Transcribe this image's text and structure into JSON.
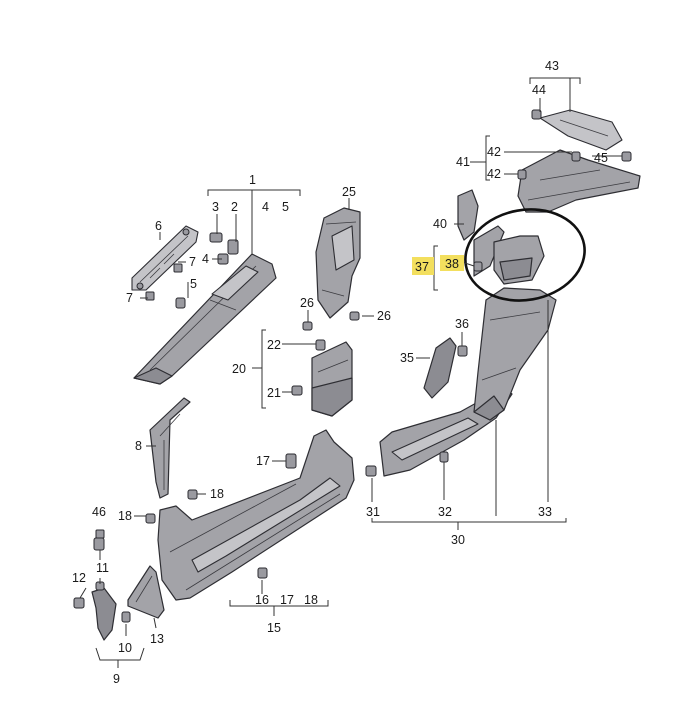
{
  "callouts": {
    "c1": "1",
    "c2": "2",
    "c3": "3",
    "c4": "4",
    "c4b": "4",
    "c5": "5",
    "c5b": "5",
    "c6": "6",
    "c7": "7",
    "c7b": "7",
    "c8": "8",
    "c9": "9",
    "c10": "10",
    "c11": "11",
    "c12": "12",
    "c13": "13",
    "c15": "15",
    "c16": "16",
    "c17": "17",
    "c17b": "17",
    "c18": "18",
    "c18b": "18",
    "c18c": "18",
    "c20": "20",
    "c21": "21",
    "c22": "22",
    "c25": "25",
    "c26": "26",
    "c26b": "26",
    "c30": "30",
    "c31": "31",
    "c32": "32",
    "c33": "33",
    "c35": "35",
    "c36": "36",
    "c37": "37",
    "c38": "38",
    "c40": "40",
    "c41": "41",
    "c42": "42",
    "c42b": "42",
    "c43": "43",
    "c44": "44",
    "c45": "45",
    "c46": "46"
  },
  "highlight_color": "#f3df5e",
  "ring_color": "#111111",
  "part_color": "#a3a3a8"
}
